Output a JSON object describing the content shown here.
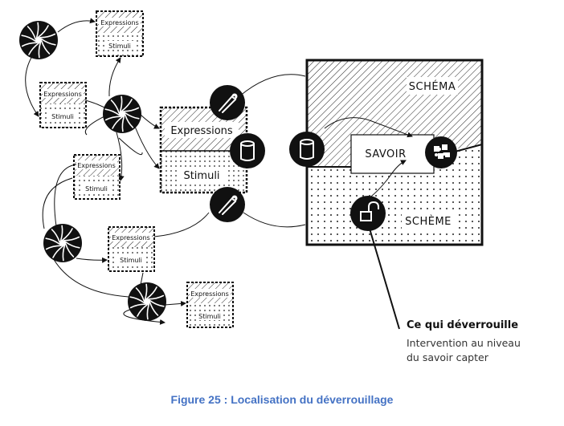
{
  "labels": {
    "expressions": "Expressions",
    "stimuli": "Stimuli",
    "schema": "SCHÉMA",
    "scheme": "SCHÈME",
    "savoir": "SAVOIR"
  },
  "annotation": {
    "title": "Ce qui déverrouille",
    "line1": "Intervention au niveau",
    "line2": "du savoir capter"
  },
  "caption": "Figure 25 : Localisation du déverrouillage",
  "icons": {
    "spiral": "spiral-icon",
    "tongs": "tongs-icon",
    "can": "can-icon",
    "lock": "open-lock-icon",
    "puzzle": "puzzle-icon"
  },
  "colors": {
    "ink": "#111111",
    "caption": "#4472c4"
  }
}
